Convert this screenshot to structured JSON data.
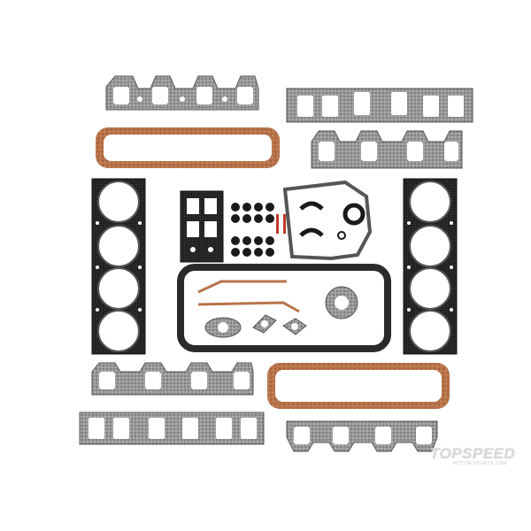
{
  "watermark": {
    "text": "TOPSPEED",
    "subtext": "MOTORSPORTS.COM"
  },
  "colors": {
    "background": "#ffffff",
    "mls_gasket": "#8a8a8a",
    "cork_gasket": "#b8734a",
    "head_gasket": "#1e1e1e",
    "rubber_seal": "#1a1a1a"
  },
  "parts": [
    "exhaust-manifold-gasket",
    "intake-manifold-gasket",
    "valve-cover-gasket",
    "cylinder-head-gasket",
    "timing-cover-gasket",
    "oil-pan-gasket",
    "valve-stem-seal",
    "water-pump-gasket",
    "thermostat-gasket"
  ]
}
